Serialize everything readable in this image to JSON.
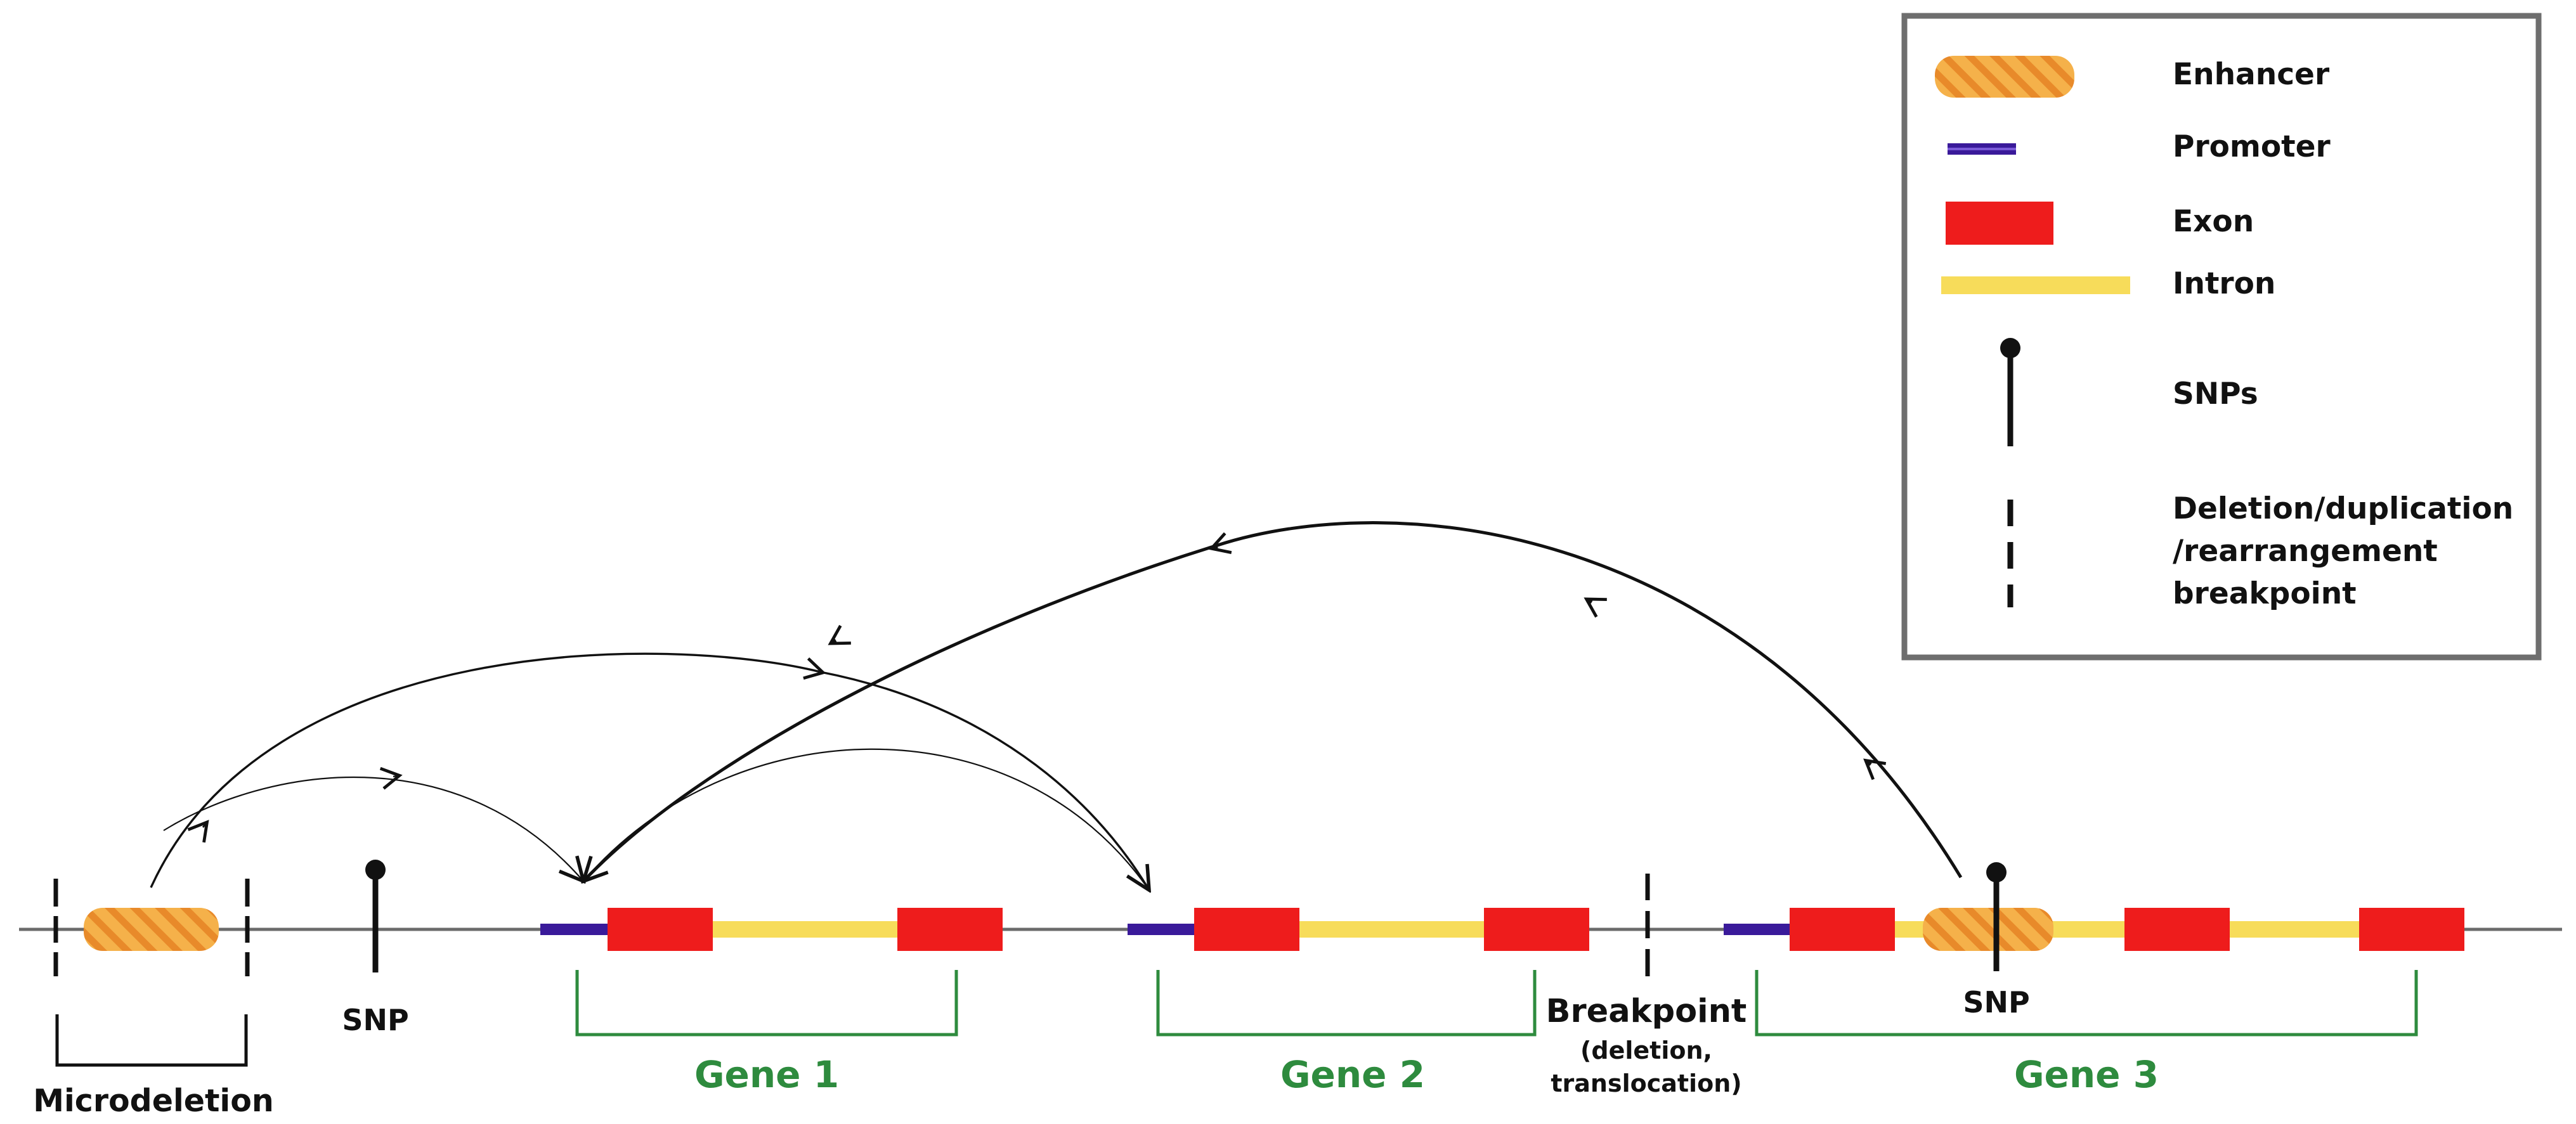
{
  "legend": {
    "items": [
      {
        "key": "enhancer",
        "label": "Enhancer"
      },
      {
        "key": "promoter",
        "label": "Promoter"
      },
      {
        "key": "exon",
        "label": "Exon"
      },
      {
        "key": "intron",
        "label": "Intron"
      },
      {
        "key": "snp",
        "label": "SNPs"
      },
      {
        "key": "breakpoint",
        "label_lines": [
          "Deletion/duplication",
          "/rearrangement",
          "breakpoint"
        ]
      }
    ]
  },
  "labels": {
    "microdeletion": "Microdeletion",
    "snp_left": "SNP",
    "snp_gene3": "SNP",
    "breakpoint_title": "Breakpoint",
    "breakpoint_sub1": "(deletion,",
    "breakpoint_sub2": "translocation)"
  },
  "genes": [
    {
      "name": "Gene 1"
    },
    {
      "name": "Gene 2"
    },
    {
      "name": "Gene 3"
    }
  ],
  "colors": {
    "enhancer_fill": "#f5b14a",
    "enhancer_stripe": "#e88a2a",
    "promoter": "#3a1a9a",
    "exon": "#ee1c1c",
    "intron": "#f7dc5a",
    "gene_label": "#2e8b3e",
    "axis": "#6b6b6b",
    "legend_border": "#6e6e6e"
  }
}
